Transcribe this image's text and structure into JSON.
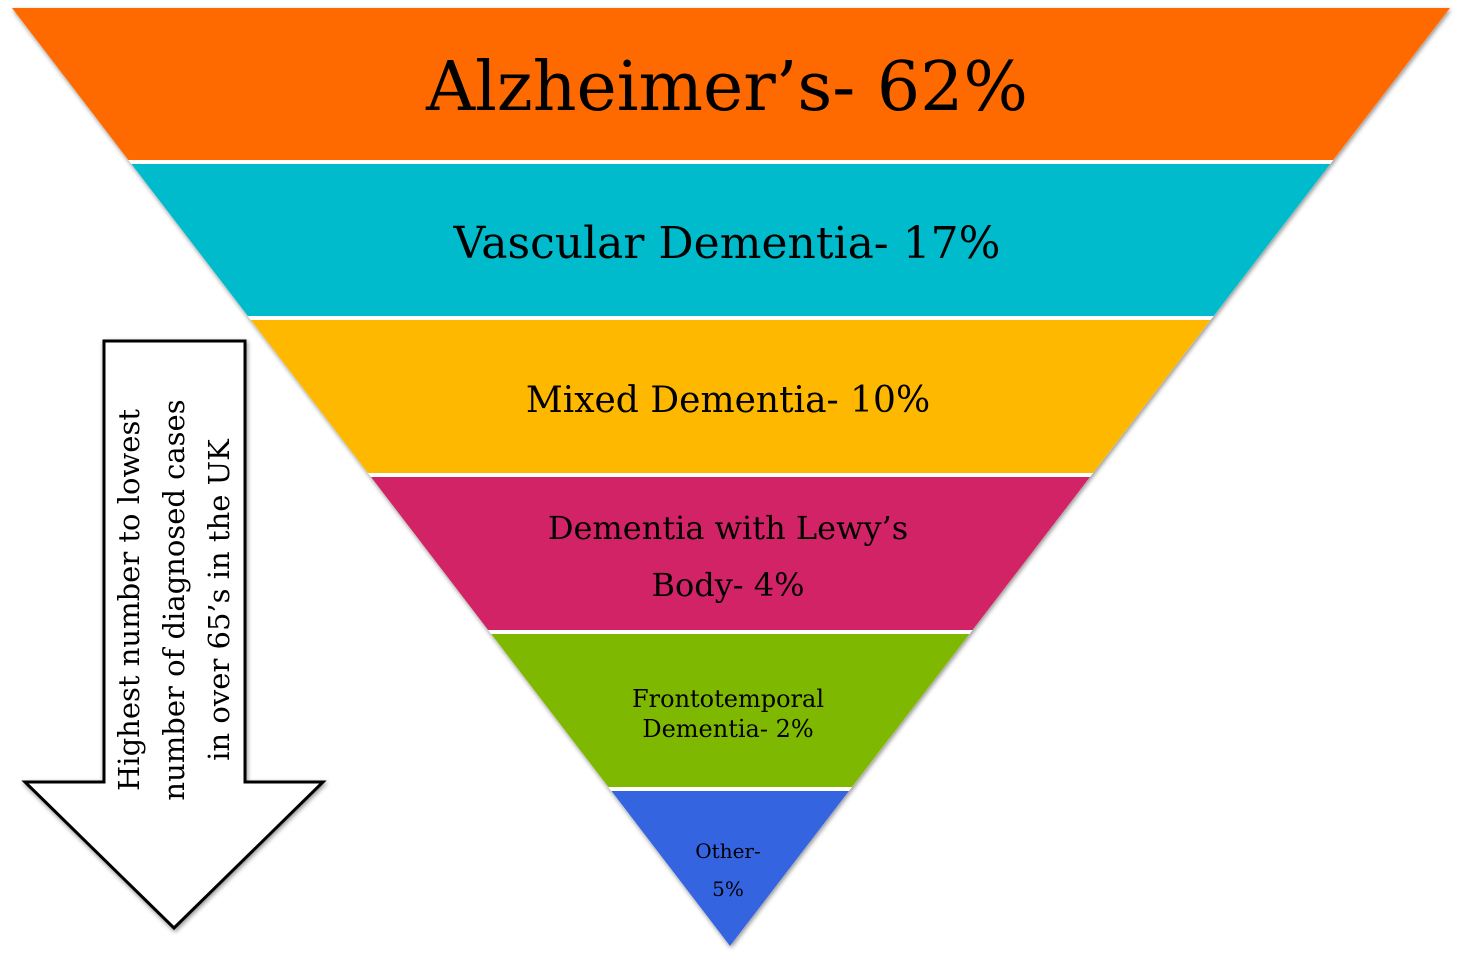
{
  "funnel": {
    "tiers": [
      {
        "lines": [
          "Alzheimer’s- 62%"
        ],
        "color": "#ff6a00"
      },
      {
        "lines": [
          "Vascular Dementia- 17%"
        ],
        "color": "#00bbcc"
      },
      {
        "lines": [
          "Mixed Dementia- 10%"
        ],
        "color": "#ffb800"
      },
      {
        "lines": [
          "Dementia with Lewy’s",
          "Body- 4%"
        ],
        "color": "#d22366"
      },
      {
        "lines": [
          "Frontotemporal",
          "Dementia- 2%"
        ],
        "color": "#7fb800"
      },
      {
        "lines": [
          "Other-",
          "5%"
        ],
        "color": "#3464e0"
      }
    ]
  },
  "arrow": {
    "lines": [
      "Highest number to lowest",
      "number of diagnosed cases",
      "in over 65’s in the UK"
    ]
  }
}
